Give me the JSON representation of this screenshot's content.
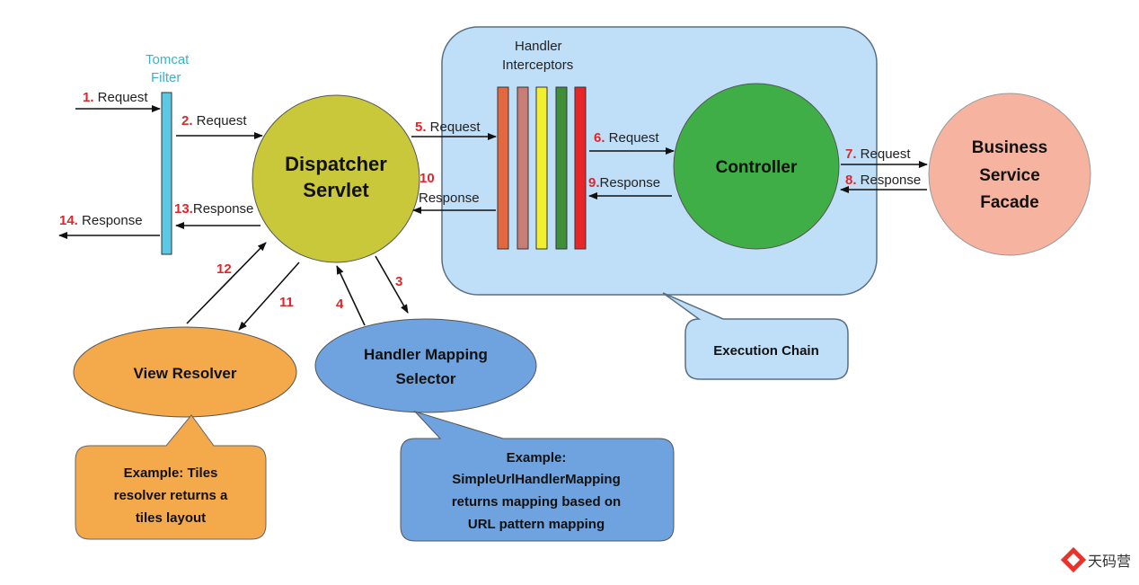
{
  "tomcat_filter": {
    "line1": "Tomcat",
    "line2": "Filter"
  },
  "handler_interceptors": {
    "line1": "Handler",
    "line2": "Interceptors"
  },
  "dispatcher": {
    "line1": "Dispatcher",
    "line2": "Servlet"
  },
  "controller": {
    "label": "Controller"
  },
  "business": {
    "line1": "Business",
    "line2": "Service",
    "line3": "Facade"
  },
  "view_resolver": {
    "label": "View Resolver"
  },
  "handler_mapping": {
    "line1": "Handler Mapping",
    "line2": "Selector"
  },
  "execution_chain": {
    "label": "Execution Chain"
  },
  "callout_view": {
    "line1": "Example: Tiles",
    "line2": "resolver returns a",
    "line3": "tiles layout"
  },
  "callout_mapping": {
    "line1": "Example:",
    "line2": "SimpleUrlHandlerMapping",
    "line3": "returns mapping based on",
    "line4": "URL pattern mapping"
  },
  "steps": {
    "s1": {
      "num": "1.",
      "text": " Request"
    },
    "s2": {
      "num": "2.",
      "text": " Request"
    },
    "s5": {
      "num": "5.",
      "text": " Request"
    },
    "s6": {
      "num": "6.",
      "text": " Request"
    },
    "s7": {
      "num": "7.",
      "text": " Request"
    },
    "s8": {
      "num": "8.",
      "text": " Response"
    },
    "s9": {
      "num": "9.",
      "text": "Response"
    },
    "s10": {
      "num": "10",
      "text": "Response"
    },
    "s13": {
      "num": "13.",
      "text": "Response"
    },
    "s14": {
      "num": "14.",
      "text": " Response"
    },
    "n3": "3",
    "n4": "4",
    "n11": "11",
    "n12": "12"
  },
  "watermark": {
    "text": "天码营"
  },
  "colors": {
    "filter_bar": "#5bc8e6",
    "chain_box": "#bfdff8",
    "dispatcher": "#c9c83a",
    "controller": "#3fae47",
    "business": "#f5b3a0",
    "view_resolver": "#f4a94a",
    "handler_mapping": "#6fa3df",
    "interceptors": [
      "#e4683f",
      "#c97d77",
      "#f2ef2f",
      "#3f8e38",
      "#e8262a"
    ]
  }
}
